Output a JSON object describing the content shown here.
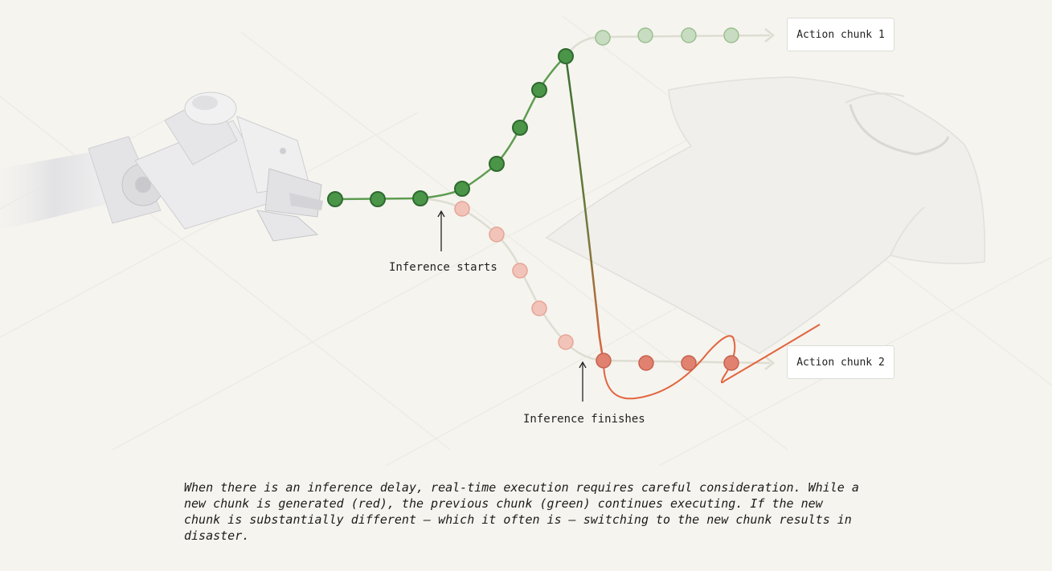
{
  "labels": {
    "chunk1": "Action chunk 1",
    "chunk2": "Action chunk 2",
    "inference_starts": "Inference starts",
    "inference_finishes": "Inference finishes"
  },
  "caption": "When there is an inference delay, real-time execution requires careful consideration. While a new chunk is generated (red), the previous chunk (green) continues executing. If the new chunk is substantially different — which it often is — switching to the new chunk results in disaster.",
  "colors": {
    "background": "#f5f4ef",
    "green_chunk": "#4e9a4e",
    "green_dark": "#3a7a3a",
    "green_faded": "#bcd6b4",
    "red_chunk": "#e08070",
    "red_faded": "#f0bfb4",
    "executed_path": "#e2643e",
    "future_path": "#ddddd2"
  },
  "icons": {
    "robot": "robot-arm-icon",
    "shirt": "tshirt-icon"
  }
}
